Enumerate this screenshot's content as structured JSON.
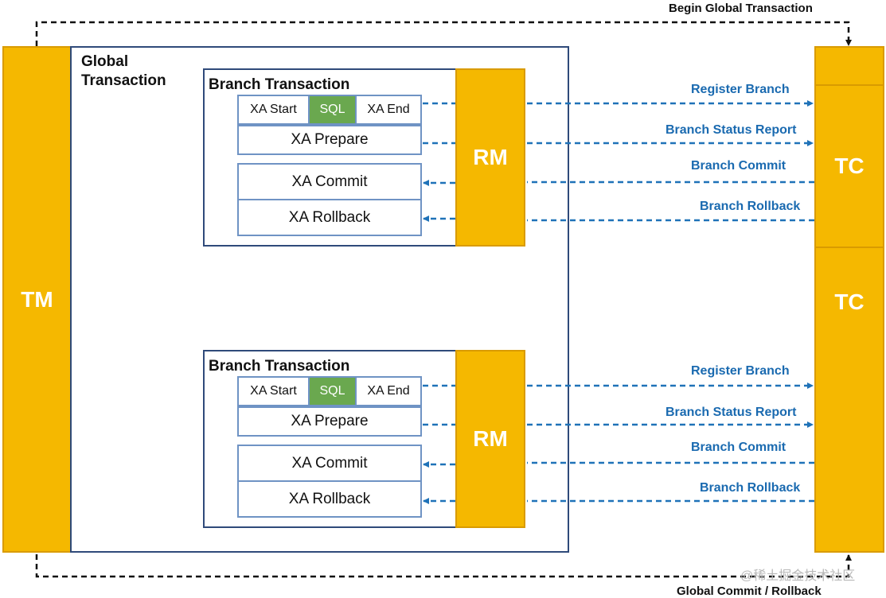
{
  "tm": {
    "label": "TM"
  },
  "tc": {
    "top_label": "TC",
    "bottom_label": "TC"
  },
  "global_transaction": {
    "label_line1": "Global",
    "label_line2": "Transaction"
  },
  "branches": [
    {
      "title": "Branch Transaction",
      "xa_start": "XA Start",
      "sql": "SQL",
      "xa_end": "XA End",
      "xa_prepare": "XA Prepare",
      "xa_commit": "XA Commit",
      "xa_rollback": "XA Rollback",
      "rm": "RM",
      "messages": {
        "register": "Register Branch",
        "status_report": "Branch Status Report",
        "commit": "Branch Commit",
        "rollback": "Branch Rollback"
      }
    },
    {
      "title": "Branch Transaction",
      "xa_start": "XA Start",
      "sql": "SQL",
      "xa_end": "XA End",
      "xa_prepare": "XA Prepare",
      "xa_commit": "XA Commit",
      "xa_rollback": "XA Rollback",
      "rm": "RM",
      "messages": {
        "register": "Register Branch",
        "status_report": "Branch Status Report",
        "commit": "Branch Commit",
        "rollback": "Branch Rollback"
      }
    }
  ],
  "flows": {
    "begin_global": "Begin Global Transaction",
    "global_commit_rollback": "Global Commit / Rollback"
  },
  "watermark": "@稀土掘金技术社区",
  "colors": {
    "orange": "#f5b800",
    "blue_text": "#1a6ab0",
    "arrow_blue": "#1f72b8",
    "sql_green": "#6aa84f",
    "border_navy": "#2f4a7a"
  }
}
